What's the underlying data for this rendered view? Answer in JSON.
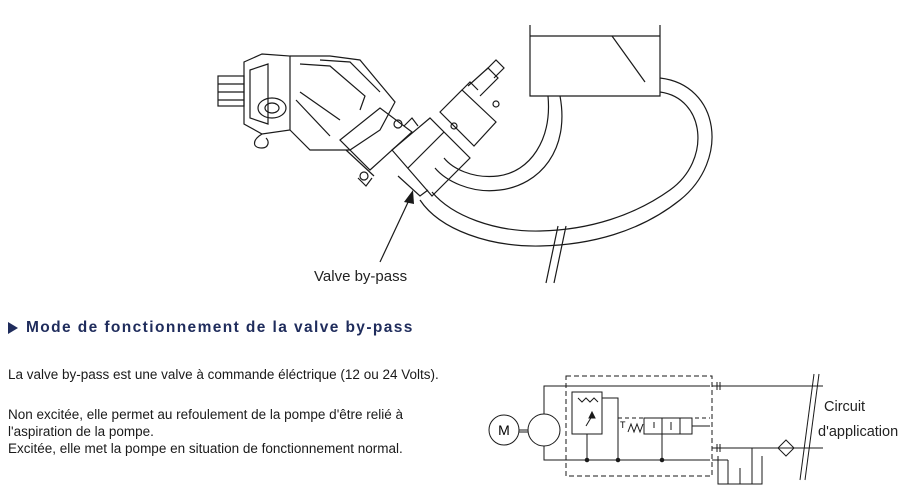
{
  "figure": {
    "caption": "Valve by-pass"
  },
  "section": {
    "heading": "Mode de fonctionnement de la valve by-pass"
  },
  "paragraphs": {
    "p1": "La valve by-pass est une valve à commande éléctrique (12 ou 24 Volts).",
    "p2_line1": "Non excitée, elle permet au refoulement de la pompe d'être relié à",
    "p2_line2": "l'aspiration de la pompe.",
    "p2_line3": "Excitée, elle met la pompe en situation de fonctionnement normal."
  },
  "schematic": {
    "motor_label": "M",
    "tank_label": "T",
    "circuit_label_line1": "Circuit",
    "circuit_label_line2": "d'application"
  }
}
